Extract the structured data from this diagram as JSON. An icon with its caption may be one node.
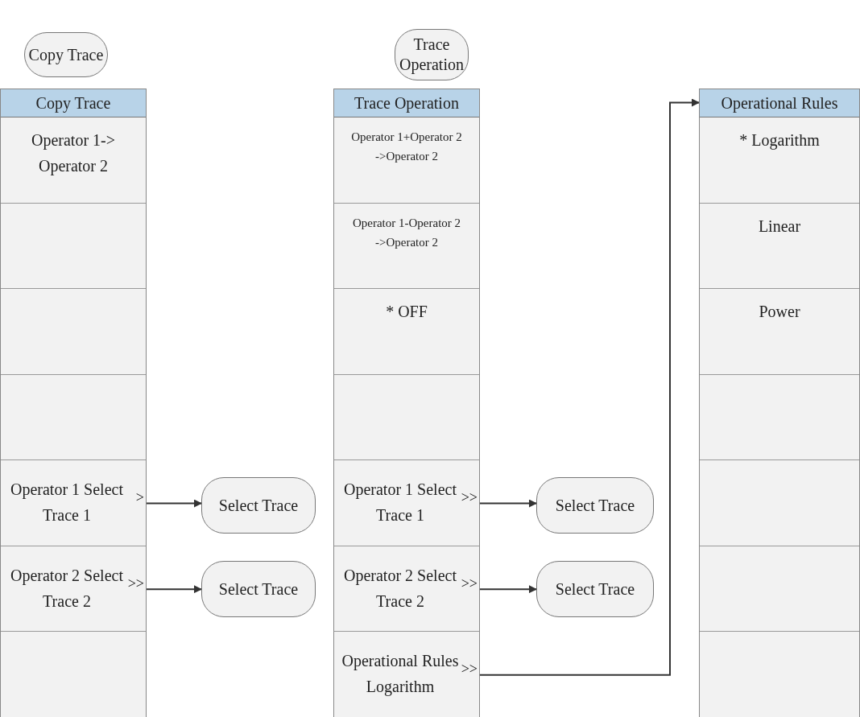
{
  "diagram": {
    "nodes": [
      {
        "text": [
          "Copy Trace"
        ]
      },
      {
        "text": [
          "Trace Operation"
        ]
      },
      {
        "text": [
          "Copy Trace"
        ]
      },
      {
        "text": [
          "Operator 1-> Operator 2"
        ],
        "in": 2
      },
      {
        "text": [],
        "shape": "box",
        "in": 2
      },
      {
        "text": [],
        "shape": "box",
        "in": 2
      },
      {
        "text": [],
        "shape": "box",
        "in": 2
      },
      {
        "text": [
          "Operator 1 Select Trace 1",
          ">"
        ],
        "in": 2
      },
      {
        "text": [
          "Operator 2 Select Trace 2",
          ">>"
        ],
        "in": 2
      },
      {
        "text": [],
        "shape": "box",
        "in": 2
      },
      {
        "text": [
          "Select Trace"
        ]
      },
      {
        "text": [
          "Select Trace"
        ]
      },
      {
        "text": [
          "Trace Operation"
        ]
      },
      {
        "text": [
          "Operator 1+Operator 2 ->Operator 2"
        ],
        "in": 12
      },
      {
        "text": [
          "Operator 1-Operator 2 ->Operator 2"
        ],
        "in": 12
      },
      {
        "text": [
          "* OFF"
        ],
        "in": 12
      },
      {
        "text": [],
        "shape": "box",
        "in": 12
      },
      {
        "text": [
          "Operator 1 Select Trace 1",
          ">>"
        ],
        "in": 12
      },
      {
        "text": [
          "Operator 2 Select Trace 2",
          ">>"
        ],
        "in": 12
      },
      {
        "text": [
          "Operational Rules Logarithm",
          ">>"
        ],
        "in": 12
      },
      {
        "text": [
          "Select Trace"
        ]
      },
      {
        "text": [
          "Select Trace"
        ]
      },
      {
        "text": [
          "Operational Rules"
        ]
      },
      {
        "text": [
          "* Logarithm"
        ],
        "in": 22
      },
      {
        "text": [
          "Linear"
        ],
        "in": 22
      },
      {
        "text": [
          "Power"
        ],
        "in": 22
      },
      {
        "text": [],
        "shape": "box",
        "in": 22
      },
      {
        "text": [],
        "shape": "box",
        "in": 22
      },
      {
        "text": [],
        "shape": "box",
        "in": 22
      },
      {
        "text": [],
        "shape": "box",
        "in": 22
      }
    ],
    "edges": [
      {
        "from": 7,
        "to": 10,
        "arrow": "to"
      },
      {
        "from": 8,
        "to": 11,
        "arrow": "to"
      },
      {
        "from": 17,
        "to": 20,
        "arrow": "to"
      },
      {
        "from": 18,
        "to": 21,
        "arrow": "to"
      },
      {
        "from": 19,
        "to": 22,
        "arrow": "to"
      }
    ]
  }
}
